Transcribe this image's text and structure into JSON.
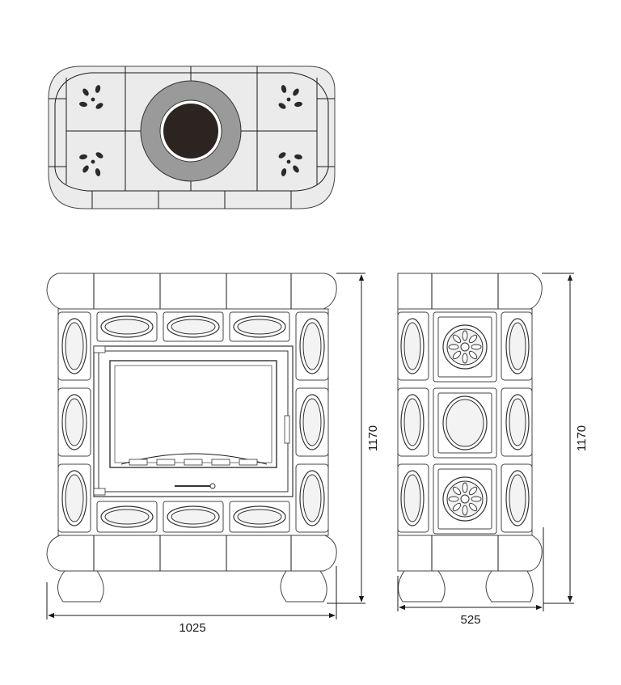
{
  "dimensions": {
    "front_height": "1170",
    "front_width": "1025",
    "side_height": "1170",
    "side_depth": "525"
  },
  "colors": {
    "tile": "#ebebeb",
    "flue_ring": "#9a9a9a",
    "flue_opening": "#2b2421",
    "line": "#1a1a1a"
  }
}
